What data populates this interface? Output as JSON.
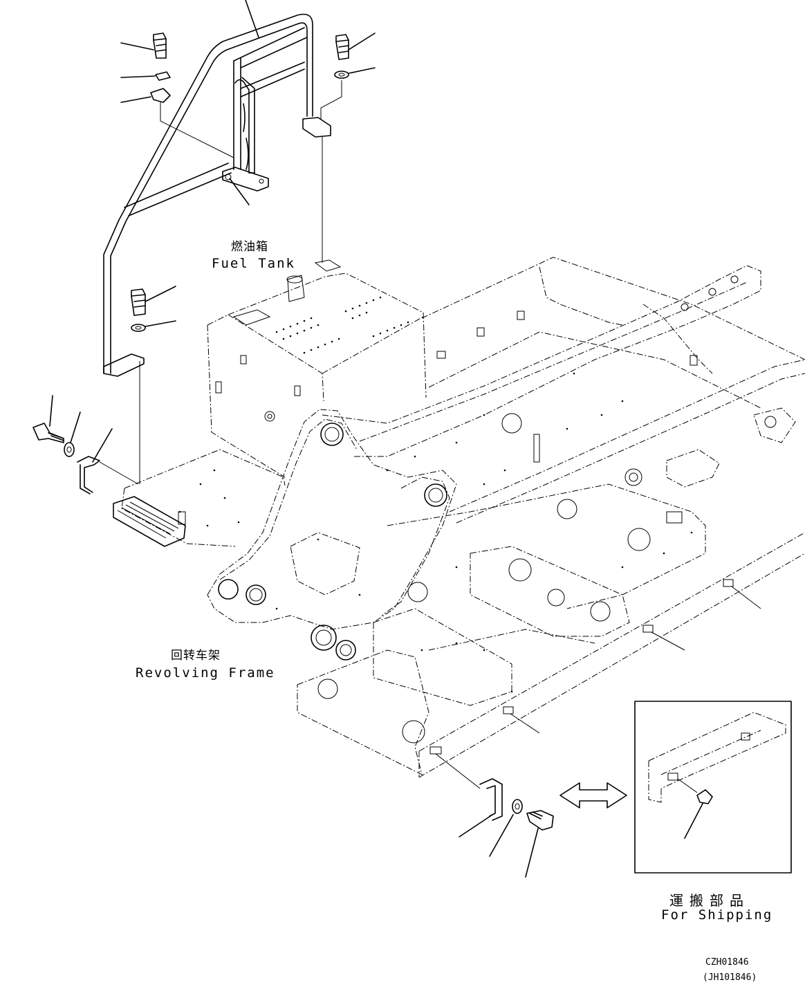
{
  "labels": {
    "fuel_tank_zh": "燃油箱",
    "fuel_tank_en": "Fuel Tank",
    "revolving_frame_zh": "回转车架",
    "revolving_frame_en": "Revolving Frame",
    "for_shipping_zh": "運搬部品",
    "for_shipping_en": "For Shipping"
  },
  "drawing_codes": {
    "primary": "CZH01846",
    "secondary": "(JH101846)"
  }
}
